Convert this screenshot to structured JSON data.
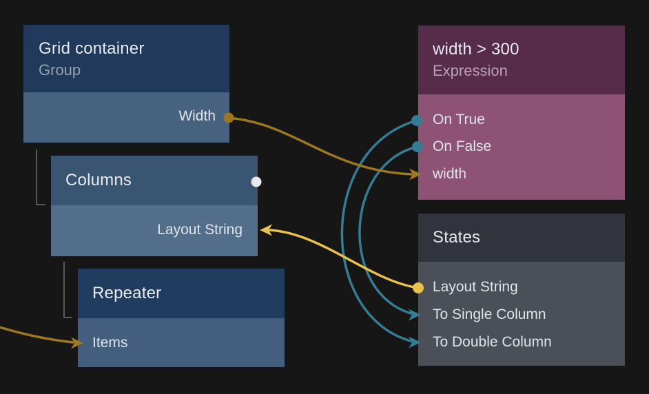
{
  "colors": {
    "background": "#161616",
    "wire_gold": "#9d7722",
    "wire_yellow": "#e9c14d",
    "wire_teal": "#347d94",
    "indicator_white": "#e9eaee",
    "tree_line_gray": "#5a5a5a",
    "node_blue_header": "#21395a",
    "node_blue_body": "#47627e",
    "node_blue_selected_header": "#3a5571",
    "node_blue_selected_body": "#536e8a",
    "node_purple_header": "#572b4a",
    "node_purple_body": "#8d5274",
    "node_gray_header": "#31343c",
    "node_gray_body": "#4b4f58"
  },
  "nodes": {
    "grid_container": {
      "title": "Grid container",
      "subtitle": "Group",
      "ports": [
        {
          "label": "Width",
          "connector": "dot",
          "side": "right"
        }
      ]
    },
    "columns": {
      "title": "Columns",
      "ports": [
        {
          "label": "Layout String",
          "connector": "arrow",
          "side": "right"
        }
      ]
    },
    "repeater": {
      "title": "Repeater",
      "ports": [
        {
          "label": "Items",
          "connector": "arrow",
          "side": "left"
        }
      ]
    },
    "expression": {
      "title": "width > 300",
      "subtitle": "Expression",
      "ports": [
        {
          "label": "On True",
          "connector": "dot",
          "side": "left"
        },
        {
          "label": "On False",
          "connector": "dot",
          "side": "left"
        },
        {
          "label": "width",
          "connector": "arrow",
          "side": "left"
        }
      ]
    },
    "states": {
      "title": "States",
      "ports": [
        {
          "label": "Layout String",
          "connector": "dot",
          "side": "left"
        },
        {
          "label": "To Single Column",
          "connector": "arrow",
          "side": "left"
        },
        {
          "label": "To Double Column",
          "connector": "arrow",
          "side": "left"
        }
      ]
    }
  },
  "edges": [
    {
      "from": "Grid container / Width",
      "to": "width > 300 / width",
      "color": "#9d7722"
    },
    {
      "from": "width > 300 / On True",
      "to": "States / To Double Column",
      "color": "#347d94"
    },
    {
      "from": "width > 300 / On False",
      "to": "States / To Single Column",
      "color": "#347d94"
    },
    {
      "from": "States / Layout String",
      "to": "Columns / Layout String",
      "color": "#e9c14d"
    },
    {
      "from": "off-canvas (left)",
      "to": "Repeater / Items",
      "color": "#9d7722"
    }
  ]
}
